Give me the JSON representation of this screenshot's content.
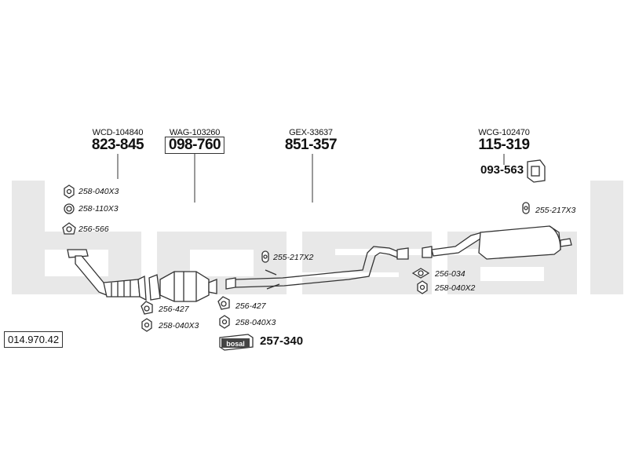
{
  "diagram_id": "014.970.42",
  "brand_watermark": "bosal",
  "kit_label": "bosal",
  "colors": {
    "watermark": "#e6e6e6",
    "line": "#333333",
    "part_fill": "#ffffff",
    "kit_fill": "#444444"
  },
  "assemblies": [
    {
      "ref": "WCD-104840",
      "number": "823-845",
      "boxed": false
    },
    {
      "ref": "WAG-103260",
      "number": "098-760",
      "boxed": true
    },
    {
      "ref": "GEX-33637",
      "number": "851-357",
      "boxed": false
    },
    {
      "ref": "WCG-102470",
      "number": "115-319",
      "boxed": false
    }
  ],
  "hanger_number": "093-563",
  "kit_number": "257-340",
  "parts": [
    {
      "label": "258-040X3",
      "icon": "nut-icon"
    },
    {
      "label": "258-110X3",
      "icon": "ring-icon"
    },
    {
      "label": "256-566",
      "icon": "gasket-icon"
    },
    {
      "label": "256-427",
      "icon": "gasket-icon"
    },
    {
      "label": "258-040X3",
      "icon": "nut-icon"
    },
    {
      "label": "256-427",
      "icon": "gasket-icon"
    },
    {
      "label": "258-040X3",
      "icon": "nut-icon"
    },
    {
      "label": "255-217X2",
      "icon": "rubber-hanger-icon"
    },
    {
      "label": "256-034",
      "icon": "gasket-icon"
    },
    {
      "label": "258-040X2",
      "icon": "nut-icon"
    },
    {
      "label": "255-217X3",
      "icon": "rubber-hanger-icon"
    }
  ]
}
